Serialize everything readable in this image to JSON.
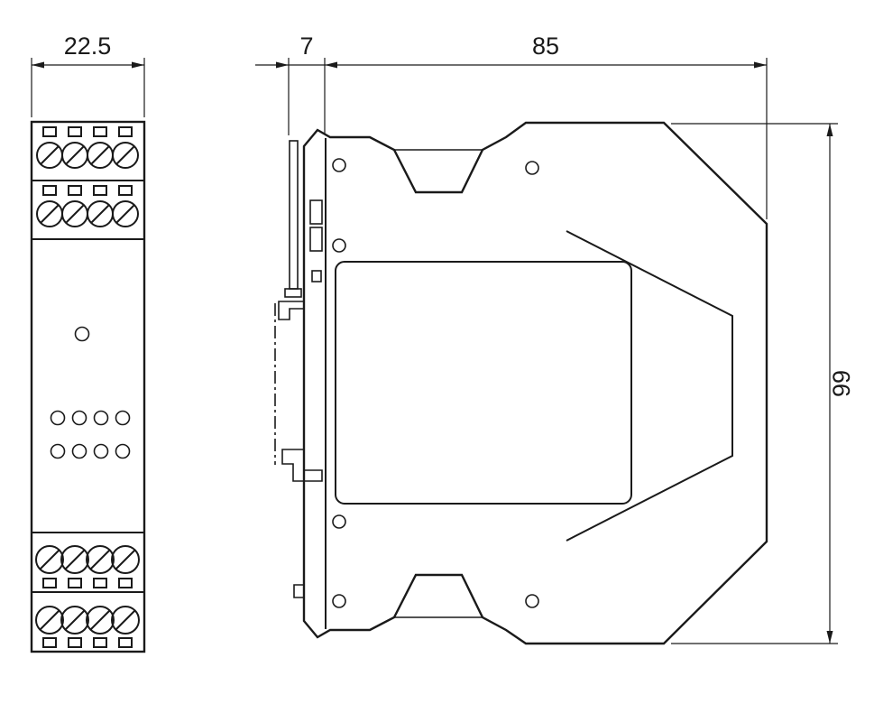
{
  "dimensions": {
    "module_width_mm": "22.5",
    "front_offset_mm": "7",
    "housing_depth_mm": "85",
    "housing_height_mm": "99"
  },
  "colors": {
    "line_color": "#1a1a1a",
    "background": "#ffffff"
  }
}
